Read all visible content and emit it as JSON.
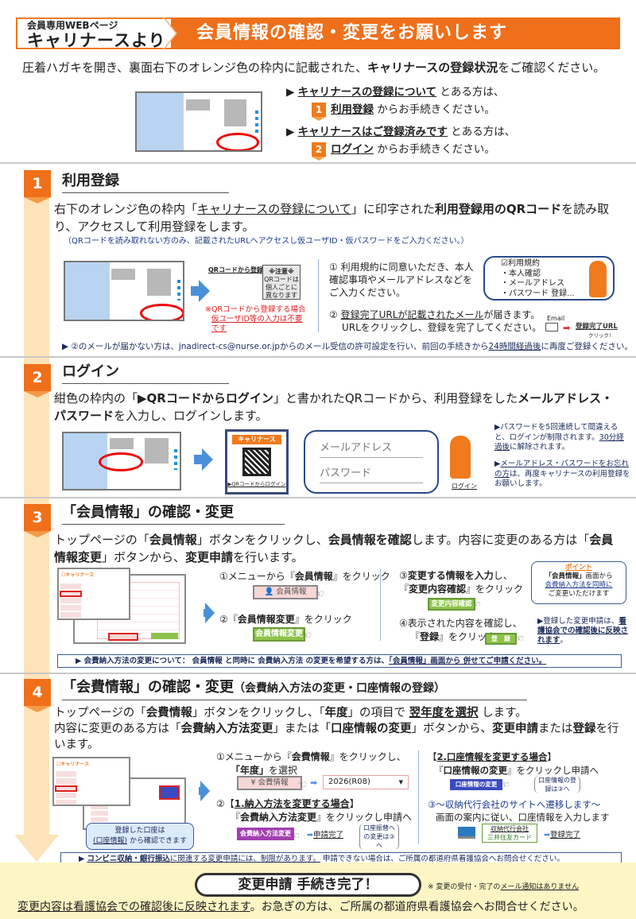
{
  "header": {
    "small": "会員専用WEBページ",
    "big": "キャリナースより",
    "title": "会員情報の確認・変更をお願いします"
  },
  "intro": {
    "text_pre": "圧着ハガキを開き、裏面右下のオレンジ色の枠内に記載された、",
    "text_bold": "キャリナースの登録状況",
    "text_post": "をご確認ください。",
    "case1_label": "キャリナースの登録について",
    "case1_suffix": " とある方は、",
    "case1_num": "1",
    "case1_action": "利用登録",
    "case1_tail": " からお手続きください。",
    "case2_label": "キャリナースはご登録済みです",
    "case2_suffix": " とある方は、",
    "case2_num": "2",
    "case2_action": "ログイン",
    "case2_tail": " からお手続きください。"
  },
  "sections": {
    "s1": {
      "num": "1",
      "title": "利用登録",
      "body_pre": "右下のオレンジ色の枠内「",
      "body_link": "キャリナースの登録について",
      "body_mid": "」に印字された",
      "body_bold": "利用登録用のQRコード",
      "body_post": "を読み取り、アクセスして利用登録をします。",
      "note": "（QRコードを読み取れない方のみ、記載されたURLへアクセスし仮ユーザID・仮パスワードをご入力ください。）",
      "qr_label": "QRコードから登録",
      "qr_caution_title": "※注意※",
      "qr_caution_body": "QRコードは個人ごとに異なります",
      "qr_warning": "※QRコードから登録する場合",
      "qr_warning2": "仮ユーザID等の入力は不要です",
      "step1": "① 利用規約に同意いただき、本人確認事項やメールアドレスなどをご入力ください。",
      "checklist_title": "☑利用規約",
      "checklist": [
        "・本人確認",
        "・メールアドレス",
        "・パスワード 登録..."
      ],
      "step2_link": "登録完了URLが記載されたメール",
      "step2_post": "が届きます。",
      "step2_line2": "URLをクリックし、登録を完了してください。",
      "email_label": "Email",
      "url_label": "登録完了URL",
      "click_label": "クリック!",
      "footnote_pre": "▶ ②のメールが届かない方は、jnadirect-cs@nurse.or.jpからのメール受信の許可設定を行い、前回の手続きから",
      "footnote_link": "24時間経過後",
      "footnote_post": "に再度ご登録ください。"
    },
    "s2": {
      "num": "2",
      "title": "ログイン",
      "body_pre": "紺色の枠内の「",
      "body_bold1": "▶QRコードからログイン",
      "body_mid": "」と書かれたQRコードから、利用登録をした",
      "body_bold2": "メールアドレス・パスワード",
      "body_post": "を入力し、ログインします。",
      "qr_brand": "キャリナース",
      "qr_caption": "▶QRコードからログイン",
      "email_placeholder": "メールアドレス",
      "password_placeholder": "パスワード",
      "login_label": "ログイン",
      "note1_pre": "▶パスワードを5回連続して間違えると、ログインが制限されます。",
      "note1_link": "30分経過後",
      "note1_post": "に解除されます。",
      "note2_link": "メールアドレス・パスワードをお忘れの方",
      "note2_post": "は、再度キャリナースの利用登録をお願いします。"
    },
    "s3": {
      "num": "3",
      "title": "「会員情報」の確認・変更",
      "body_pre": "トップページの「",
      "body_bold1": "会員情報",
      "body_mid1": "」ボタンをクリックし、",
      "body_bold2": "会員情報を確認",
      "body_mid2": "します。内容に変更のある方は「",
      "body_bold3": "会員情報変更",
      "body_mid3": "」ボタンから、",
      "body_bold4": "変更申請",
      "body_post": "を行います。",
      "step1_pre": "①メニューから『",
      "step1_bold": "会員情報",
      "step1_post": "』をクリック",
      "btn_member_info": "会員情報",
      "step2_pre": "②『",
      "step2_bold": "会員情報変更",
      "step2_post": "』をクリック",
      "btn_member_change": "会員情報変更",
      "step3_pre": "③",
      "step3_bold1": "変更する情報を入力",
      "step3_mid": "し、『",
      "step3_bold2": "変更内容確認",
      "step3_post": "』をクリック",
      "btn_confirm": "変更内容確認",
      "point_title": "ポイント",
      "point_bold": "「会員情報」",
      "point_text1": "画面から",
      "point_link": "会費納入方法を同時に",
      "point_text2": "ご変更いただけます",
      "step4_line1": "④表示された内容を確認し、",
      "step4_pre": "『",
      "step4_bold": "登録",
      "step4_post": "』をクリック",
      "btn_register": "登　録",
      "note_pre": "▶登録した変更申請は、",
      "note_link": "看護協会での確認後に反映されます",
      "note_post": "。",
      "bottom_note_pre": "▶ 会費納入方法の変更について：  会員情報  と同時に  会費納入方法  の変更を希望する方は、",
      "bottom_note_link": "「会員情報」画面から  併せてご申請ください。"
    },
    "s4": {
      "num": "4",
      "title": "「会費情報」の確認・変更",
      "title_sub": "（会費納入方法の変更・口座情報の登録）",
      "body_line1_pre": "トップページの「",
      "body_line1_bold1": "会費情報",
      "body_line1_mid": "」ボタンをクリックし、「",
      "body_line1_bold2": "年度",
      "body_line1_mid2": "」の項目で ",
      "body_line1_link": "翌年度を選択",
      "body_line1_post": " します。",
      "body_line2_pre": "内容に変更のある方は「",
      "body_line2_bold1": "会費納入方法変更",
      "body_line2_mid": "」または「",
      "body_line2_bold2": "口座情報の変更",
      "body_line2_mid2": "」ボタンから、",
      "body_line2_bold3": "変更申請",
      "body_line2_mid3": "または",
      "body_line2_bold4": "登録",
      "body_line2_post": "を行います。",
      "bubble_line1": "登録した口座は",
      "bubble_link": "(口座情報)",
      "bubble_line2": " から確認できます",
      "step1_pre": "①メニューから『",
      "step1_bold": "会費情報",
      "step1_post": "』をクリックし、",
      "step1_line2_bold": "「年度」",
      "step1_line2_post": "を選択",
      "btn_fee_info": "会費情報",
      "year_select": "2026(R08)",
      "step2_pre": "②【",
      "step2_link": "1.納入方法を変更する場合",
      "step2_post": "】",
      "step2_line2_pre": "『",
      "step2_line2_bold": "会費納入方法変更",
      "step2_line2_post": "』をクリックし申請へ",
      "btn_payment_change": "会費納入方法変更",
      "apply_done": "申請完了",
      "bracket1": "口座振替への変更は③へ",
      "case2_pre": "【",
      "case2_link": "2.口座情報を変更する場合",
      "case2_post": "】",
      "case2_line2_pre": "『",
      "case2_line2_bold": "口座情報の変更",
      "case2_line2_post": "』をクリックし申請へ",
      "btn_account_change": "口座情報の変更",
      "bracket2": "口座情報の登録は③へ",
      "step3_line1": "③～収納代行会社のサイトへ遷移します～",
      "step3_line2": "画面の案内に従い、口座情報を入力します",
      "agency_line1": "収納代行会社",
      "agency_line2": "三井住友カード",
      "register_done": "登録完了",
      "bottom_note_pre": "▶ ",
      "bottom_note_link": "コンビニ収納・銀行振込",
      "bottom_note_mid": "に関連する変更申請には、制限があります。",
      "bottom_note_post": " 申請できない場合は、ご所属の都道府県看護協会へお問合せください。"
    }
  },
  "footer": {
    "pill": "変更申請  手続き完了！",
    "pill_note_pre": "※ 変更の受付・完了の",
    "pill_note_link": "メール通知はありません",
    "bottom_link": "変更内容は看護協会での確認後に反映されます",
    "bottom_post": "。お急ぎの方は、ご所属の都道府県看護協会へお問合せください。"
  },
  "colors": {
    "accent_orange": "#ef6f1a",
    "sidebar_peach": "#fde3b8",
    "footer_yellow": "#fdf6c4",
    "link_blue": "#1a3a8a",
    "green_button": "#8ec24a",
    "purple_button": "#a23fb0",
    "navy_button": "#3a4ac0"
  }
}
